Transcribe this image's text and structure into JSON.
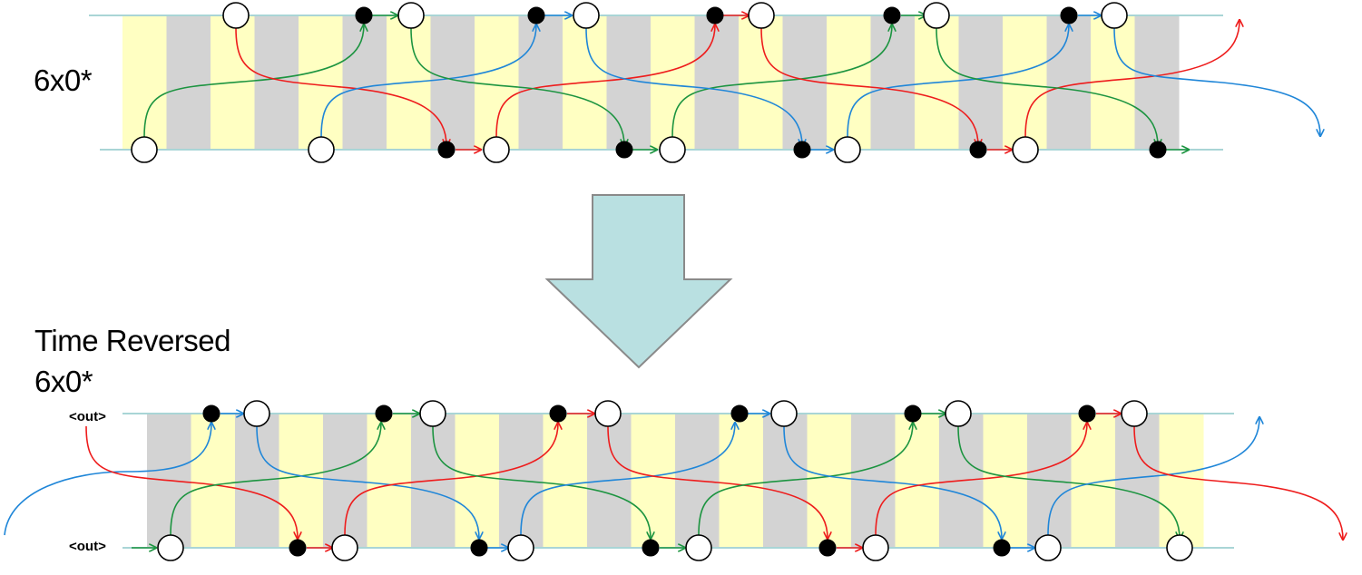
{
  "colors": {
    "yellow": "#ffffc2",
    "gray": "#d3d3d3",
    "rail": "#a9d5d6",
    "red": "#ee1c1c",
    "green": "#1c9440",
    "blue": "#1f86d8",
    "big_arrow_fill": "#b9e0e1",
    "big_arrow_stroke": "#8a8a8a"
  },
  "top_diagram": {
    "label": "6x0*",
    "stripe_pattern_start": "yellow",
    "stripe_count": 24
  },
  "bottom_diagram": {
    "title_line1": "Time Reversed",
    "title_line2": "6x0*",
    "stripe_pattern_start": "gray",
    "stripe_count": 24,
    "out_top": "<out>",
    "out_bottom": "<out>"
  }
}
